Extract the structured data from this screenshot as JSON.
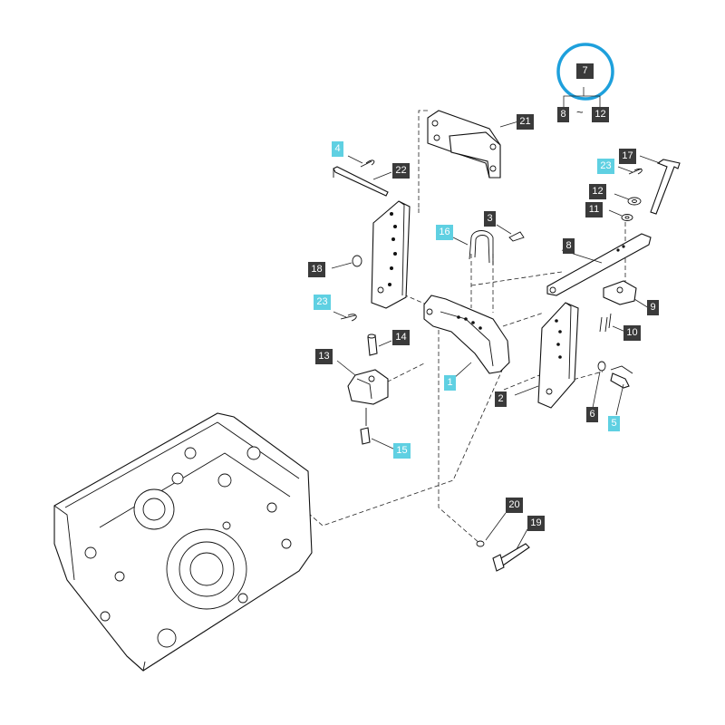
{
  "diagram": {
    "labels": [
      {
        "id": "l7",
        "text": "7",
        "style": "dark"
      },
      {
        "id": "l8a",
        "text": "8",
        "style": "dark"
      },
      {
        "id": "l12a",
        "text": "12",
        "style": "dark"
      },
      {
        "id": "l21",
        "text": "21",
        "style": "dark"
      },
      {
        "id": "l4",
        "text": "4",
        "style": "cyan"
      },
      {
        "id": "l22",
        "text": "22",
        "style": "dark"
      },
      {
        "id": "l17",
        "text": "17",
        "style": "dark"
      },
      {
        "id": "l23a",
        "text": "23",
        "style": "cyan"
      },
      {
        "id": "l12b",
        "text": "12",
        "style": "dark"
      },
      {
        "id": "l11",
        "text": "11",
        "style": "dark"
      },
      {
        "id": "l3",
        "text": "3",
        "style": "dark"
      },
      {
        "id": "l16",
        "text": "16",
        "style": "cyan"
      },
      {
        "id": "l8b",
        "text": "8",
        "style": "dark"
      },
      {
        "id": "l18",
        "text": "18",
        "style": "dark"
      },
      {
        "id": "l9",
        "text": "9",
        "style": "dark"
      },
      {
        "id": "l23b",
        "text": "23",
        "style": "cyan"
      },
      {
        "id": "l10",
        "text": "10",
        "style": "dark"
      },
      {
        "id": "l14",
        "text": "14",
        "style": "dark"
      },
      {
        "id": "l13",
        "text": "13",
        "style": "dark"
      },
      {
        "id": "l1",
        "text": "1",
        "style": "cyan"
      },
      {
        "id": "l2",
        "text": "2",
        "style": "dark"
      },
      {
        "id": "l6",
        "text": "6",
        "style": "dark"
      },
      {
        "id": "l5",
        "text": "5",
        "style": "cyan"
      },
      {
        "id": "l15",
        "text": "15",
        "style": "cyan"
      },
      {
        "id": "l20",
        "text": "20",
        "style": "dark"
      },
      {
        "id": "l19",
        "text": "19",
        "style": "dark"
      }
    ],
    "range_separator": "~",
    "highlight_color": "#1ea0dc",
    "dark_label_color": "#3a3a3a",
    "cyan_label_color": "#5fd0e2"
  }
}
